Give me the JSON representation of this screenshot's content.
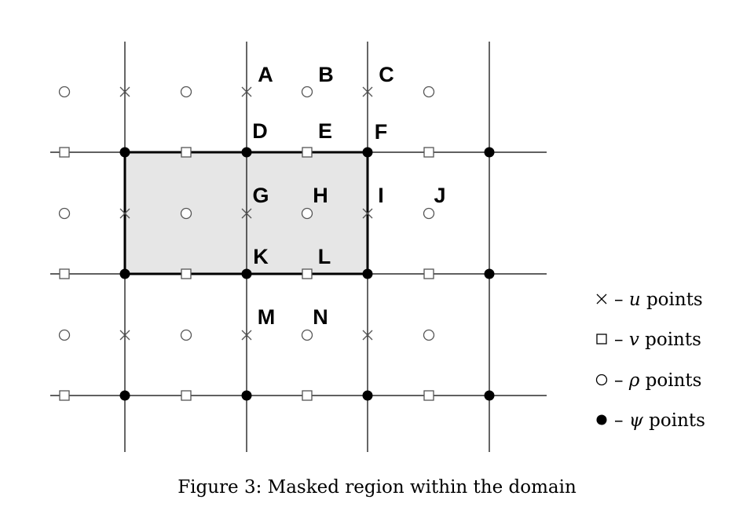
{
  "figure": {
    "caption": "Figure 3: Masked region within the domain"
  },
  "cell_labels": [
    "A",
    "B",
    "C",
    "D",
    "E",
    "F",
    "G",
    "H",
    "I",
    "J",
    "K",
    "L",
    "M",
    "N"
  ],
  "legend": [
    {
      "symbol": "u",
      "dash": "–",
      "math": "u",
      "text": "points"
    },
    {
      "symbol": "v",
      "dash": "–",
      "math": "v",
      "text": "points"
    },
    {
      "symbol": "rho",
      "dash": "–",
      "math": "ρ",
      "text": "points"
    },
    {
      "symbol": "psi",
      "dash": "–",
      "math": "ψ",
      "text": "points"
    }
  ],
  "colors": {
    "mask_fill": "#e6e6e6",
    "line": "#000000",
    "marker": "#555555"
  }
}
